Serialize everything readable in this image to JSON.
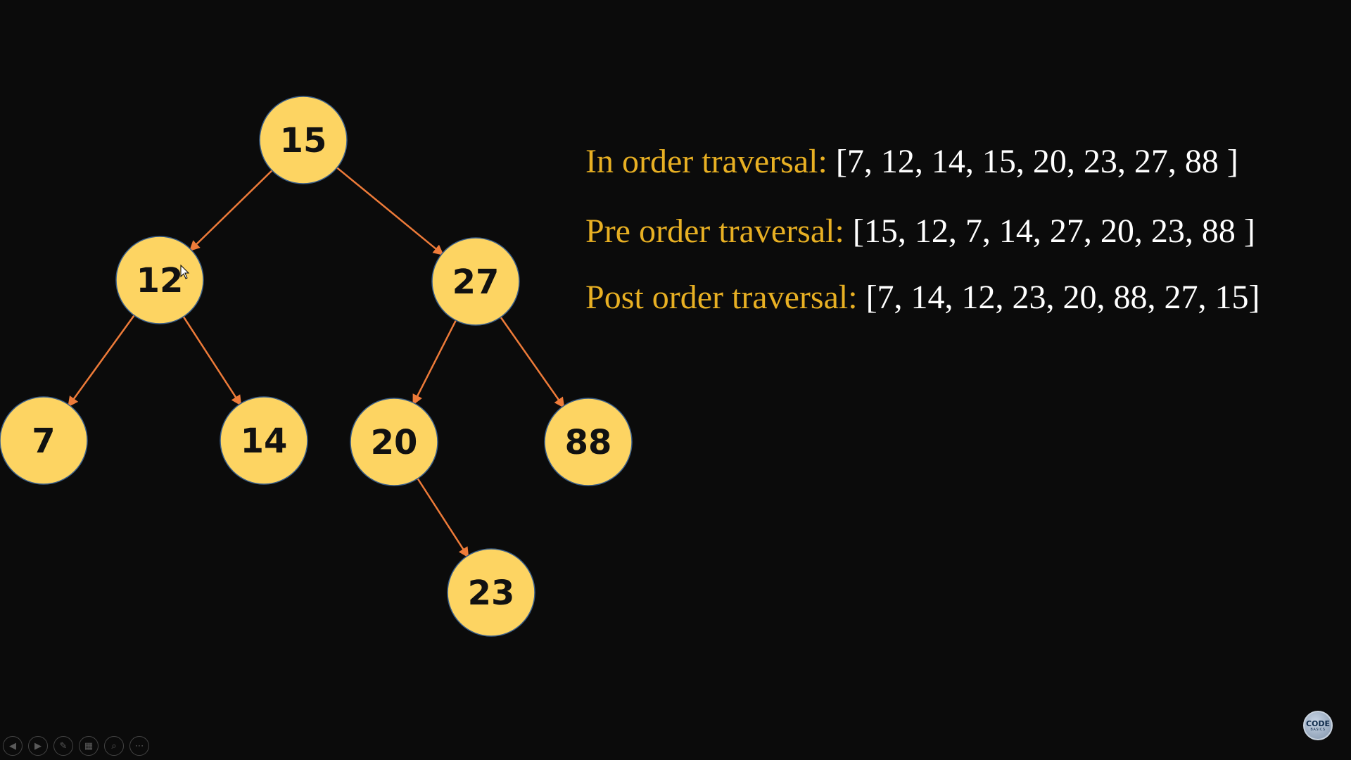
{
  "tree": {
    "nodes": [
      {
        "id": "n15",
        "value": "15"
      },
      {
        "id": "n12",
        "value": "12"
      },
      {
        "id": "n27",
        "value": "27"
      },
      {
        "id": "n7",
        "value": "7"
      },
      {
        "id": "n14",
        "value": "14"
      },
      {
        "id": "n20",
        "value": "20"
      },
      {
        "id": "n88",
        "value": "88"
      },
      {
        "id": "n23",
        "value": "23"
      }
    ],
    "edges": [
      [
        "15",
        "12"
      ],
      [
        "15",
        "27"
      ],
      [
        "12",
        "7"
      ],
      [
        "12",
        "14"
      ],
      [
        "27",
        "20"
      ],
      [
        "27",
        "88"
      ],
      [
        "20",
        "23"
      ]
    ],
    "node_color": "#fdd462",
    "edge_color": "#ee7b39"
  },
  "traversals": {
    "in_order": {
      "label": "In order traversal:",
      "values": " [7, 12, 14, 15, 20, 23, 27, 88 ]"
    },
    "pre_order": {
      "label": "Pre order traversal:",
      "values": " [15, 12, 7, 14, 27, 20, 23, 88 ]"
    },
    "post_order": {
      "label": "Post order traversal:",
      "values": " [7, 14, 12, 23, 20, 88, 27, 15]"
    }
  },
  "colors": {
    "background": "#0b0b0b",
    "label": "#e8b023",
    "values": "#ffffff"
  },
  "toolbar": {
    "buttons": [
      {
        "icon": "prev-slide-icon",
        "glyph": "◀"
      },
      {
        "icon": "next-slide-icon",
        "glyph": "▶"
      },
      {
        "icon": "pen-icon",
        "glyph": "✎"
      },
      {
        "icon": "slides-grid-icon",
        "glyph": "▦"
      },
      {
        "icon": "zoom-icon",
        "glyph": "⌕"
      },
      {
        "icon": "more-icon",
        "glyph": "⋯"
      }
    ]
  },
  "logo": {
    "line1": "CODE",
    "line2": "BASICS"
  }
}
